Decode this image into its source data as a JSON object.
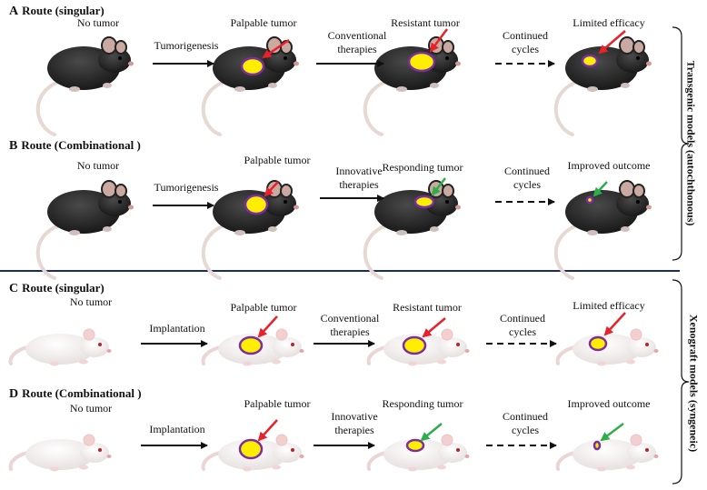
{
  "panels": [
    {
      "letter": "A",
      "title": "Route (singular)",
      "stages": [
        "No tumor",
        "Palpable tumor",
        "Resistant  tumor",
        "Limited  efficacy"
      ],
      "arrows": [
        {
          "label1": "Tumorigenesis",
          "label2": ""
        },
        {
          "label1": "Conventional",
          "label2": "therapies"
        },
        {
          "label1": "Continued",
          "label2": "cycles"
        }
      ]
    },
    {
      "letter": "B",
      "title": "Route (Combinational  )",
      "stages": [
        "No tumor",
        "Palpable  tumor",
        "Responding  tumor",
        "Improved   outcome"
      ],
      "arrows": [
        {
          "label1": "Tumorigenesis",
          "label2": ""
        },
        {
          "label1": "Innovative",
          "label2": "therapies"
        },
        {
          "label1": "Continued",
          "label2": "cycles"
        }
      ]
    },
    {
      "letter": "C",
      "title": "Route (singular)",
      "stages": [
        "No tumor",
        "Palpable tumor",
        "Resistant  tumor",
        "Limited   efficacy"
      ],
      "arrows": [
        {
          "label1": "Implantation",
          "label2": ""
        },
        {
          "label1": "Conventional",
          "label2": "therapies"
        },
        {
          "label1": "Continued",
          "label2": "cycles"
        }
      ]
    },
    {
      "letter": "D",
      "title": "Route (Combinational  )",
      "stages": [
        "No tumor",
        "Palpable  tumor",
        "Responding  tumor",
        "Improved   outcome"
      ],
      "arrows": [
        {
          "label1": "Implantation",
          "label2": ""
        },
        {
          "label1": "Innovative",
          "label2": "therapies"
        },
        {
          "label1": "Continued",
          "label2": "cycles"
        }
      ]
    }
  ],
  "side_labels": {
    "transgenic": "Transgenic models (autochthonous)",
    "xenograft": "Xenograft models (syngeneic)"
  },
  "colors": {
    "tumor_fill": "#ffee00",
    "tumor_outline": "#7a2ea0",
    "resistant_pointer": "#e8212a",
    "responding_pointer": "#2eae4a",
    "divider": "#1a2a6c",
    "black_mouse": "#1b1b1b",
    "white_mouse": "#f2efee"
  }
}
